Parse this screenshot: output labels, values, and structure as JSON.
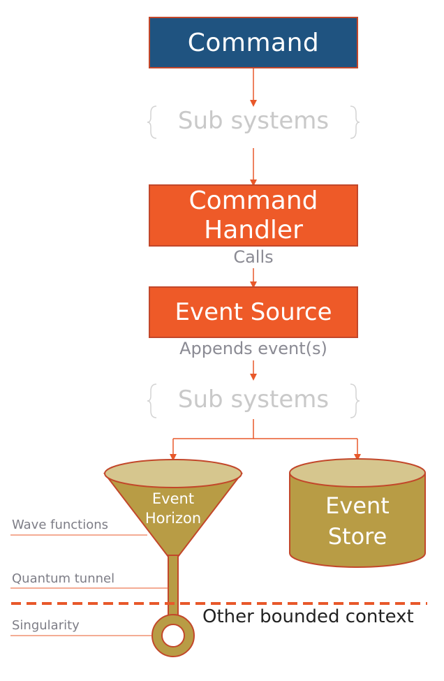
{
  "nodes": {
    "command": "Command",
    "command_handler": "Command\nHandler",
    "event_source": "Event Source",
    "sub_systems_top": "Sub systems",
    "sub_systems_bottom": "Sub systems",
    "event_horizon": "Event\nHorizon",
    "event_store": "Event\nStore"
  },
  "edge_labels": {
    "calls": "Calls",
    "appends": "Appends event(s)"
  },
  "annotations": {
    "wave_functions": "Wave functions",
    "quantum_tunnel": "Quantum tunnel",
    "singularity": "Singularity"
  },
  "boundary_label": "Other bounded context",
  "colors": {
    "command_fill": "#1f5380",
    "handler_fill": "#ee5a28",
    "border": "#c2472a",
    "arrow": "#e8582a",
    "gold_fill": "#b89c45",
    "gold_top": "#d6c68e",
    "sub_text": "#c9c9c9"
  }
}
